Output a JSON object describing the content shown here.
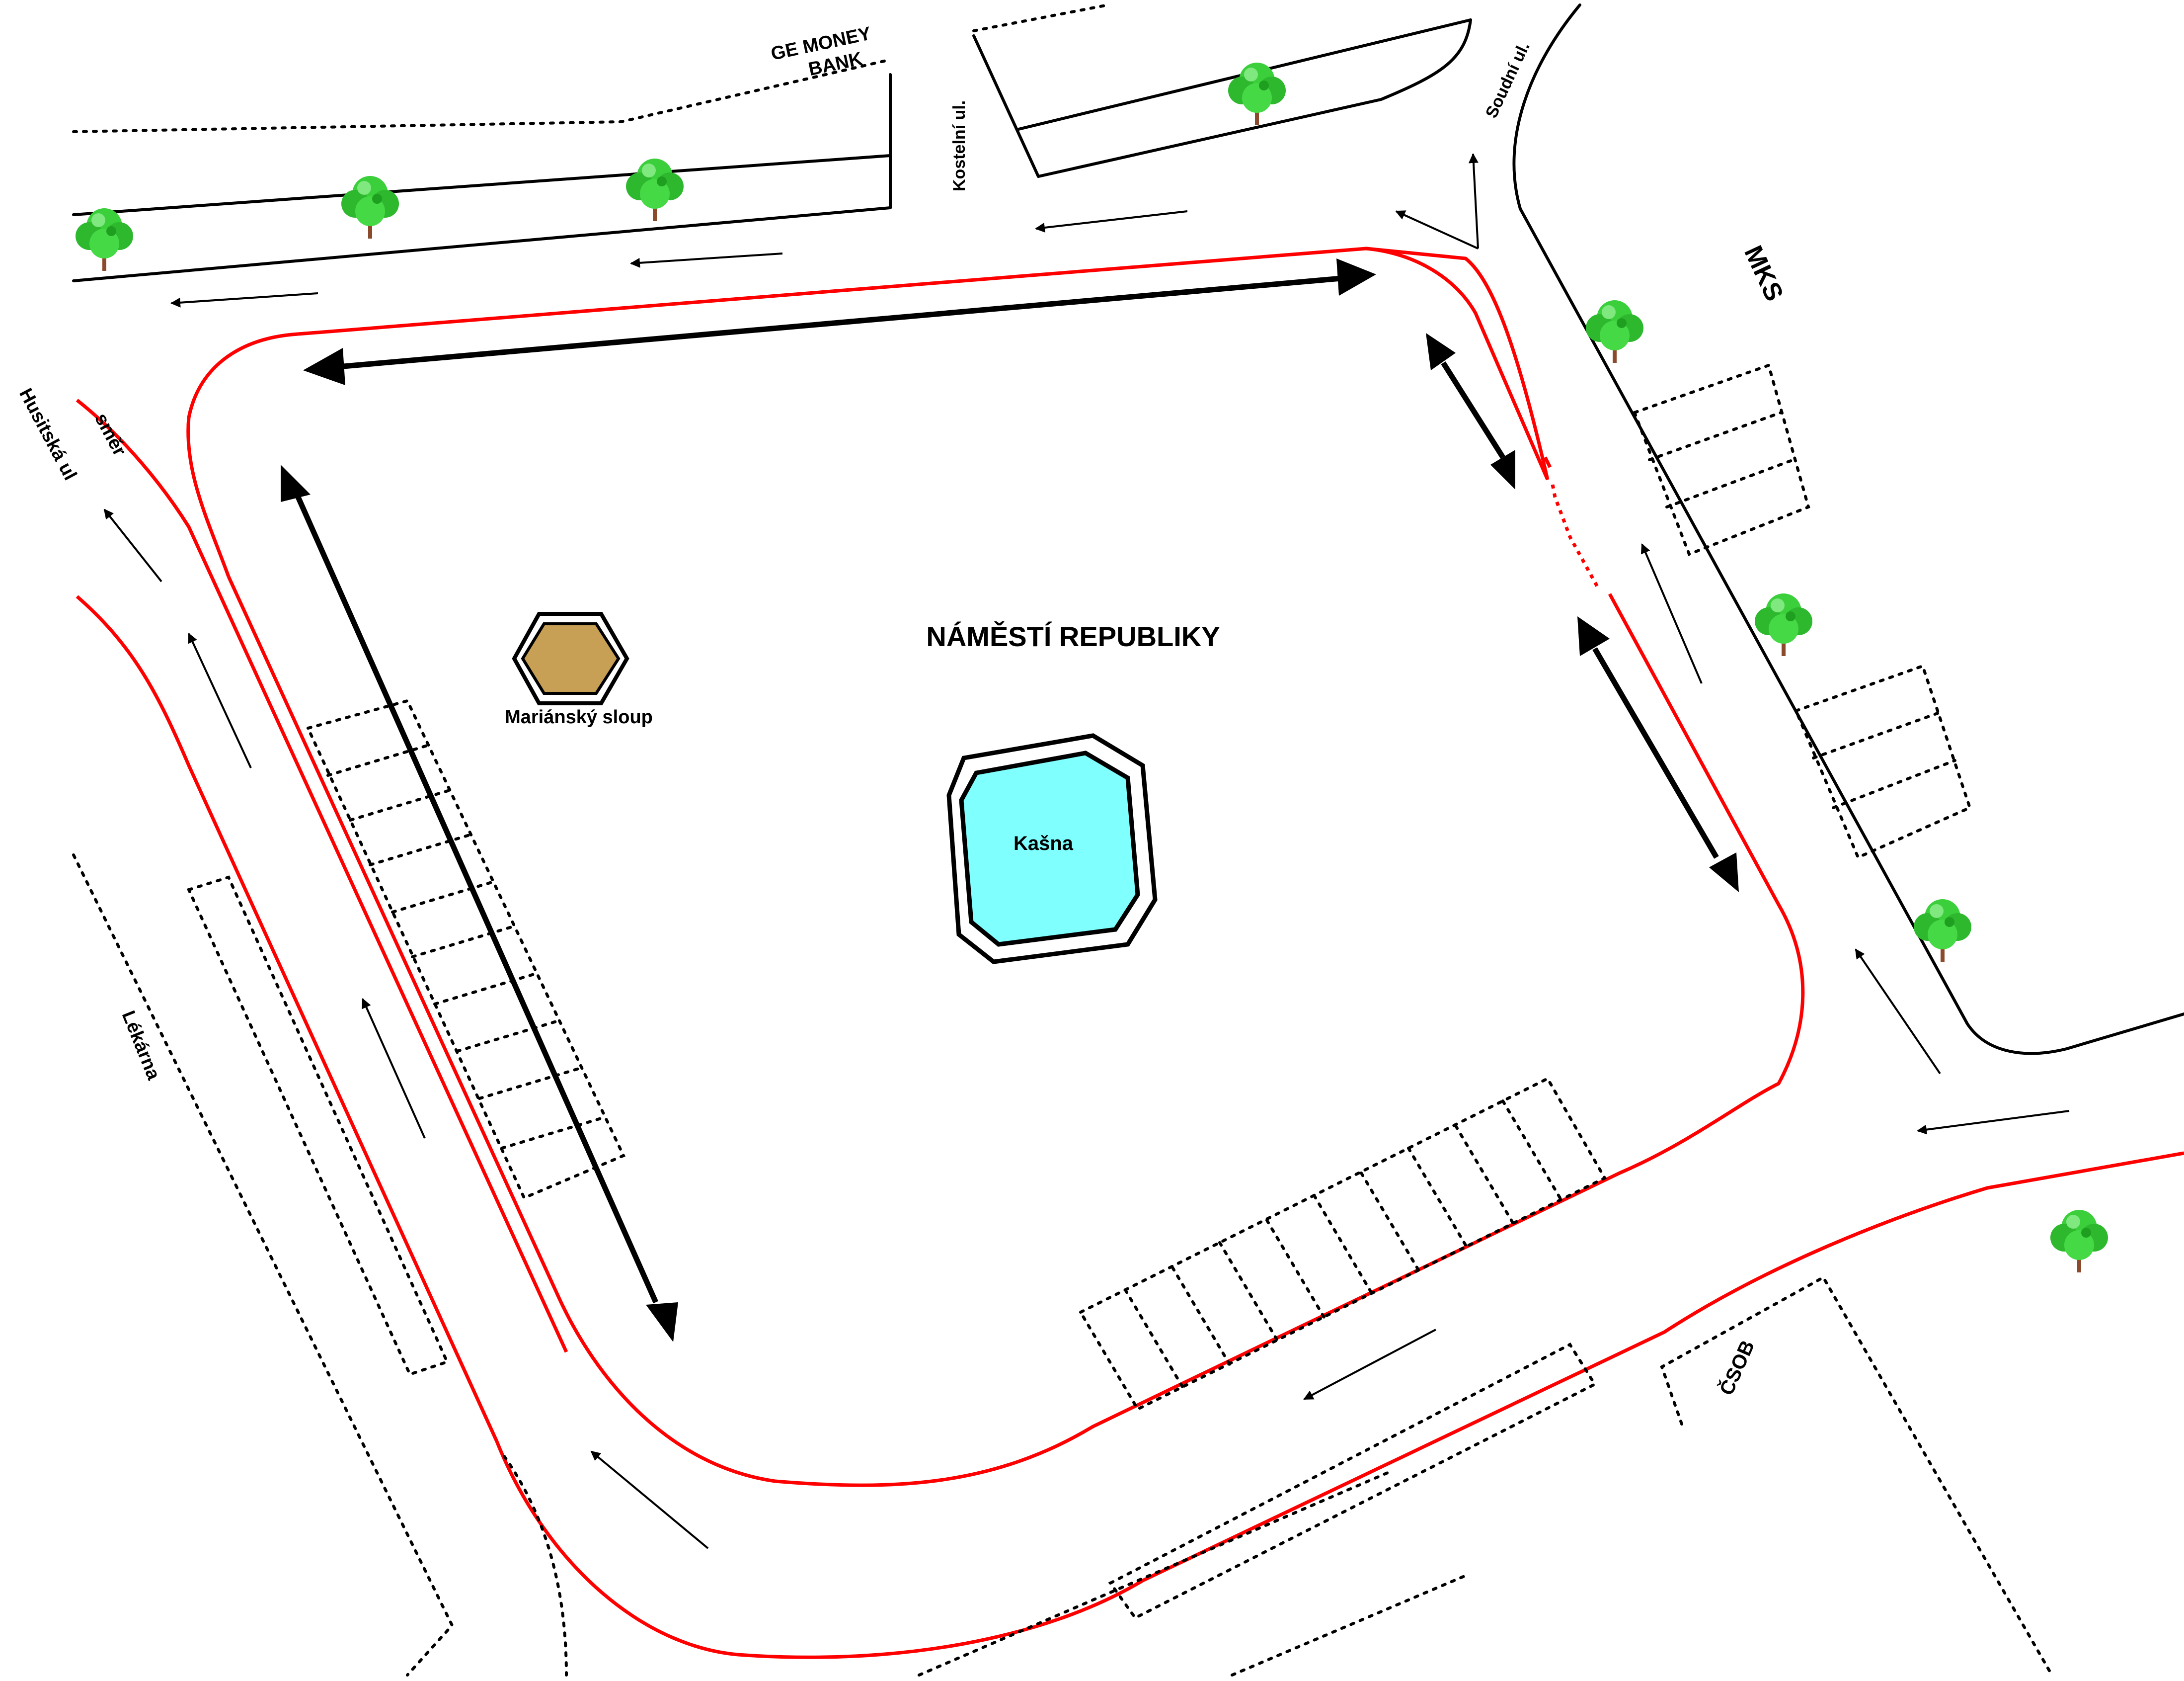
{
  "map": {
    "square_name": "NÁMĚSTÍ REPUBLIKY",
    "column_label": "Mariánský sloup",
    "fountain_label": "Kašna",
    "bank_label_line1": "GE MONEY",
    "bank_label_line2": "BANK",
    "street_kostelni": "Kostelní ul.",
    "street_soudni": "Soudní ul.",
    "mks_label": "MKS",
    "direction_line1": "směr",
    "direction_line2": "Husitská ul",
    "pharmacy_label": "Lékárna",
    "csob_label": "ČSOB"
  },
  "colors": {
    "road_outline": "#ff0000",
    "fountain_water": "#80ffff",
    "column_fill": "#c8a055",
    "tree_canopy": "#3ccf3c",
    "tree_trunk": "#8b4a2b"
  },
  "icons": {
    "tree": "tree-icon",
    "column": "hexagon-column-icon",
    "fountain": "octagon-fountain-icon"
  }
}
